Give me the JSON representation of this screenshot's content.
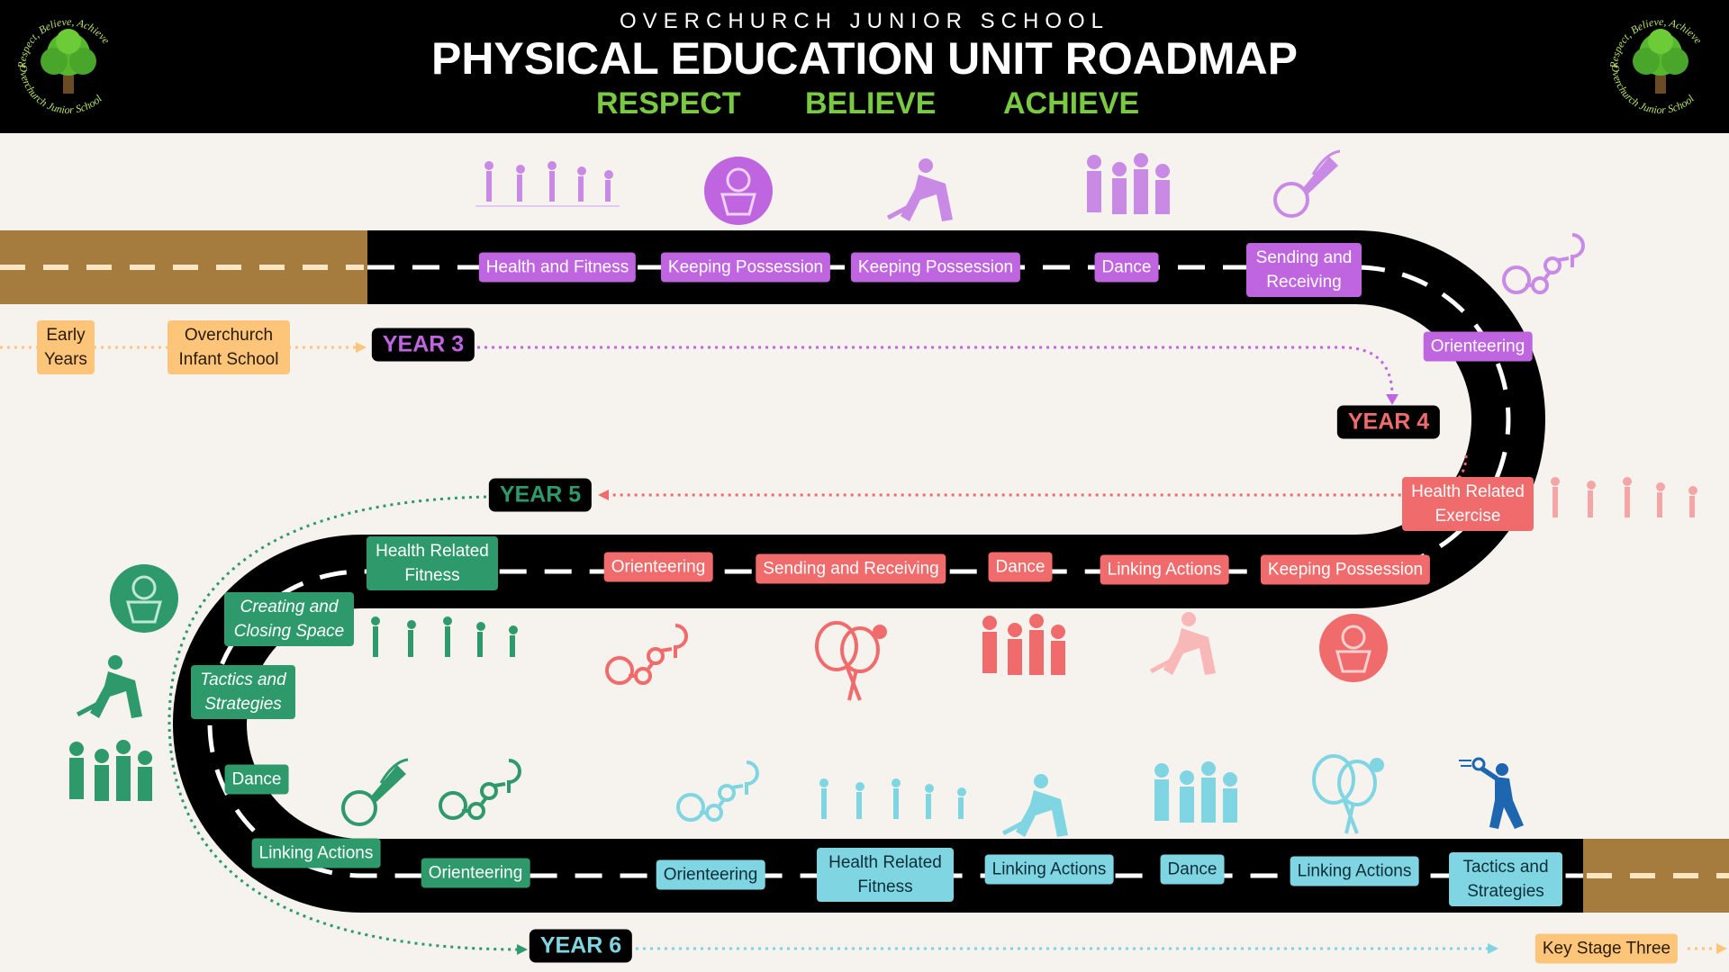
{
  "header": {
    "school": "OVERCHURCH JUNIOR SCHOOL",
    "title": "PHYSICAL EDUCATION UNIT ROADMAP",
    "motto": [
      "RESPECT",
      "BELIEVE",
      "ACHIEVE"
    ],
    "logo_text_top": "Respect, Believe, Achieve",
    "logo_text_bottom": "Overchurch Junior School"
  },
  "colors": {
    "year3": "#c065e0",
    "year4": "#f06b6b",
    "year5": "#2e9a6b",
    "year6": "#7fd6e2",
    "pre": "#fcc57a",
    "road": "#000000",
    "dirt": "#a57c3e",
    "background": "#f6f2ee",
    "motto": "#7ac943"
  },
  "pre_school": {
    "early_years": "Early Years",
    "infant_school": "Overchurch Infant School"
  },
  "years": {
    "y3": "YEAR 3",
    "y4": "YEAR 4",
    "y5": "YEAR 5",
    "y6": "YEAR 6",
    "ks3": "Key Stage Three"
  },
  "year3_units": [
    "Health and Fitness",
    "Keeping Possession",
    "Keeping Possession",
    "Dance",
    "Sending and Receiving",
    "Orienteering"
  ],
  "year4_units": [
    "Health Related Exercise",
    "Keeping Possession",
    "Linking Actions",
    "Dance",
    "Sending and Receiving",
    "Orienteering"
  ],
  "year5_units": [
    "Health Related Fitness",
    "Creating and Closing Space",
    "Tactics and Strategies",
    "Dance",
    "Linking Actions",
    "Orienteering"
  ],
  "year6_units": [
    "Orienteering",
    "Health Related Fitness",
    "Linking Actions",
    "Dance",
    "Linking Actions",
    "Tactics and Strategies"
  ],
  "icons": {
    "year3": [
      "fitness-figures-icon",
      "netball-icon",
      "hockey-player-icon",
      "dancers-icon",
      "badminton-icon",
      "orienteering-map-icon"
    ],
    "year4": [
      "fitness-figures-icon",
      "orienteering-map-icon",
      "tennis-rackets-icon",
      "dancers-icon",
      "hockey-player-icon",
      "netball-icon"
    ],
    "year5": [
      "netball-icon",
      "hockey-player-icon",
      "dancers-icon",
      "fitness-figures-icon",
      "badminton-icon",
      "orienteering-map-icon"
    ],
    "year6": [
      "orienteering-map-icon",
      "fitness-figures-icon",
      "hockey-player-icon",
      "dancers-icon",
      "tennis-rackets-icon",
      "tennis-player-icon"
    ]
  }
}
